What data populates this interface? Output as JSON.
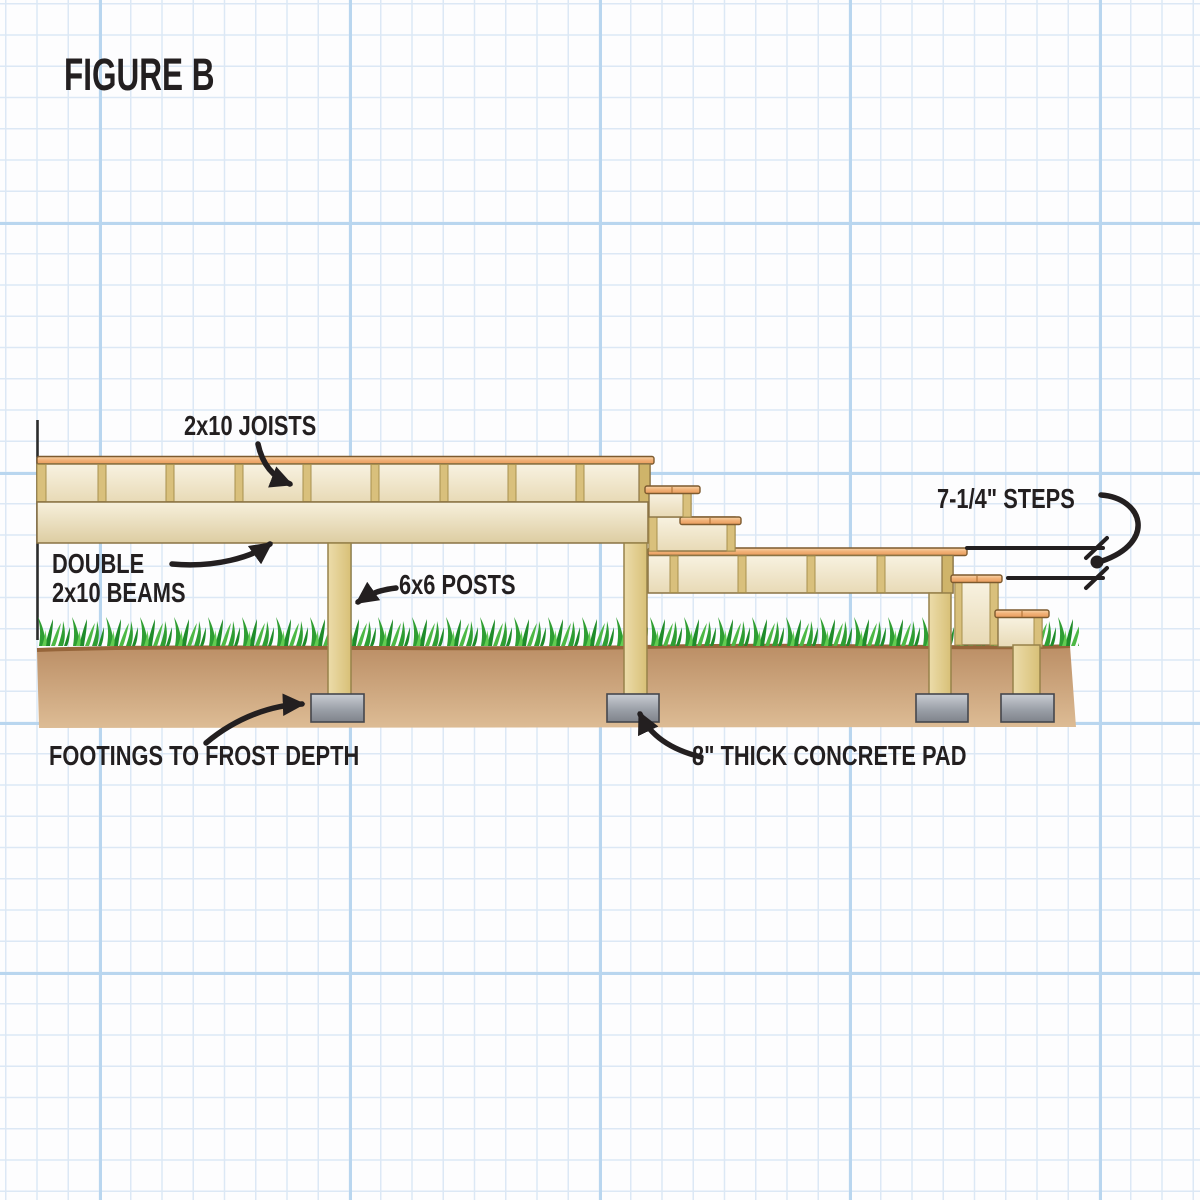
{
  "figure": {
    "title": "FIGURE B",
    "description": "Deck framing cross-section diagram on blue grid paper showing an upper deck, two box steps down to a landing deck, and two box steps down to grade"
  },
  "labels": {
    "joists": "2x10 JOISTS",
    "beams_line1": "DOUBLE",
    "beams_line2": "2x10 BEAMS",
    "posts": "6x6 POSTS",
    "steps": "7-1/4\" STEPS",
    "footings": "FOOTINGS TO FROST DEPTH",
    "pad": "8\" THICK CONCRETE PAD"
  },
  "colors": {
    "paper": "#fdfdfe",
    "grid_minor": "#dce8f5",
    "grid_major": "#b9d6ef",
    "decking_orange": "#eda568",
    "decking_highlight": "#f7d2a6",
    "wood_cream": "#f6efda",
    "wood_cream_dark": "#e6d8b4",
    "wood_tan_strip": "#d9c07c",
    "post_tan": "#e3d194",
    "wood_outline": "#8a7344",
    "footing_gray_light": "#c6cad0",
    "footing_gray_dark": "#82868e",
    "dirt_top": "#bb8e65",
    "dirt_bottom": "#ddbc95",
    "dirt_edge_line": "#96653a",
    "grass_green": "#2f9e33",
    "annotation": "#231f20"
  }
}
